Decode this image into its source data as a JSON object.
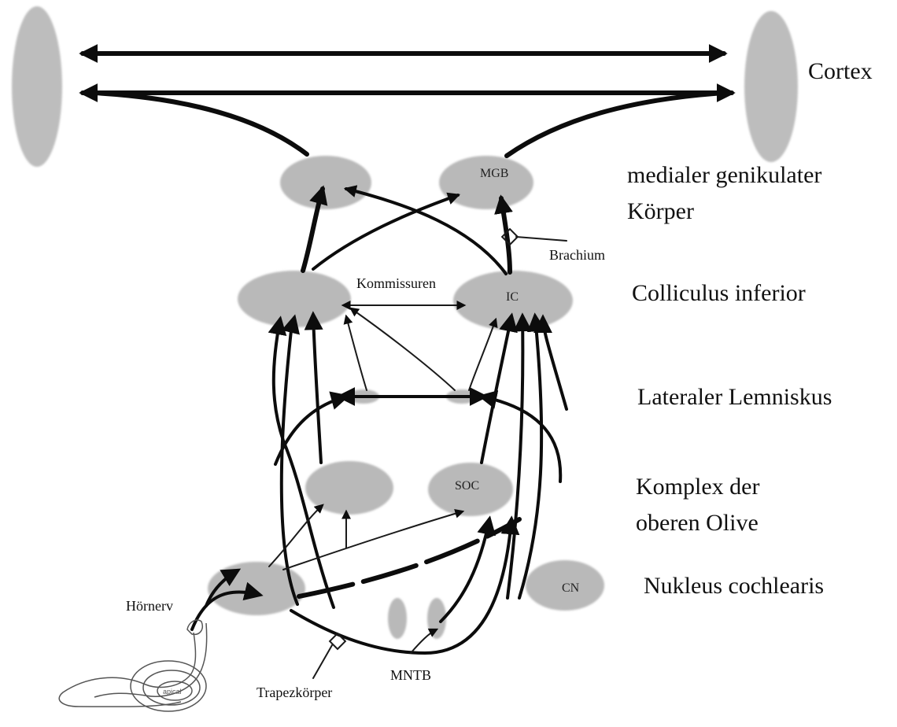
{
  "levels": {
    "cortex": "Cortex",
    "mgb_line1": "medialer genikulater",
    "mgb_line2": "Körper",
    "ic": "Colliculus inferior",
    "ll": "Lateraler Lemniskus",
    "soc_line1": "Komplex der",
    "soc_line2": "oberen Olive",
    "cn": "Nukleus cochlearis"
  },
  "nodes": {
    "mgb": "MGB",
    "ic": "IC",
    "soc": "SOC",
    "cn": "CN",
    "cochlea_apex": "apical"
  },
  "annotations": {
    "kommissuren": "Kommissuren",
    "brachium": "Brachium",
    "hoernerv": "Hörnerv",
    "trapezkoerper": "Trapezkörper",
    "mntb": "MNTB"
  },
  "colors": {
    "nucleus_fill": "#b9b9b9",
    "pathway_stroke": "#0c0c0c",
    "background": "#ffffff"
  }
}
